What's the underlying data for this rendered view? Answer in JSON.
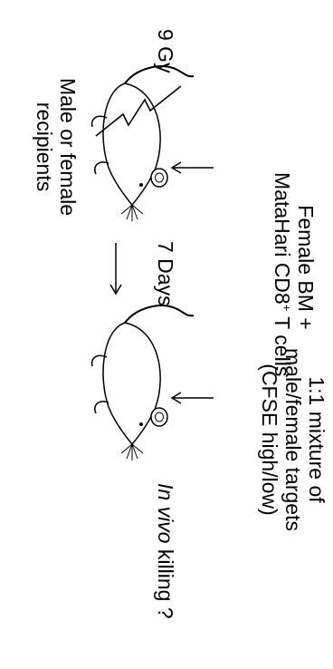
{
  "donor": {
    "line1": "Female BM +",
    "line2_prefix": "MataHari CD8",
    "line2_sup": "+",
    "line2_suffix": " T cells"
  },
  "irradiation_label": "9 Gy",
  "recipients": {
    "line1": "Male or female",
    "line2": "recipients"
  },
  "interval_label": "7 Days",
  "targets": {
    "line1": "1:1 mixture of",
    "line2": "male/female targets",
    "line3": "(CFSE high/low)"
  },
  "readout": {
    "italic": "In vivo",
    "rest": " killing ?"
  }
}
